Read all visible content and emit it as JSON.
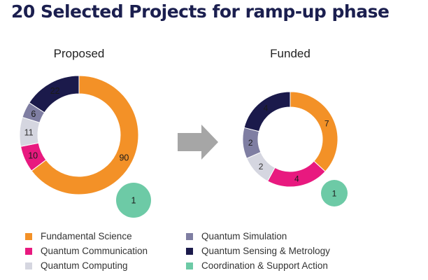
{
  "title": "20 Selected Projects for ramp-up phase",
  "colors": {
    "Fundamental Science": "#f39127",
    "Quantum Communication": "#e8197f",
    "Quantum Computing": "#d5d6e0",
    "Quantum Simulation": "#7f7ea2",
    "Quantum Sensing & Metrology": "#1b1a4b",
    "Coordination & Support Action": "#6dcaa6",
    "arrow": "#a6a6a6"
  },
  "chart_data": [
    {
      "type": "pie",
      "title": "Proposed",
      "slices": [
        {
          "label": "Fundamental Science",
          "value": 90
        },
        {
          "label": "Quantum Communication",
          "value": 10
        },
        {
          "label": "Quantum Computing",
          "value": 11
        },
        {
          "label": "Quantum Simulation",
          "value": 6
        },
        {
          "label": "Quantum Sensing & Metrology",
          "value": 22
        }
      ],
      "extra": {
        "label": "Coordination & Support Action",
        "value": 1
      }
    },
    {
      "type": "pie",
      "title": "Funded",
      "slices": [
        {
          "label": "Fundamental Science",
          "value": 7
        },
        {
          "label": "Quantum Communication",
          "value": 4
        },
        {
          "label": "Quantum Computing",
          "value": 2
        },
        {
          "label": "Quantum Simulation",
          "value": 2
        },
        {
          "label": "Quantum Sensing & Metrology",
          "value": 4
        }
      ],
      "extra": {
        "label": "Coordination & Support Action",
        "value": 1
      }
    }
  ],
  "legend": [
    "Fundamental Science",
    "Quantum Simulation",
    "Quantum Communication",
    "Quantum Sensing & Metrology",
    "Quantum Computing",
    "Coordination & Support Action"
  ]
}
